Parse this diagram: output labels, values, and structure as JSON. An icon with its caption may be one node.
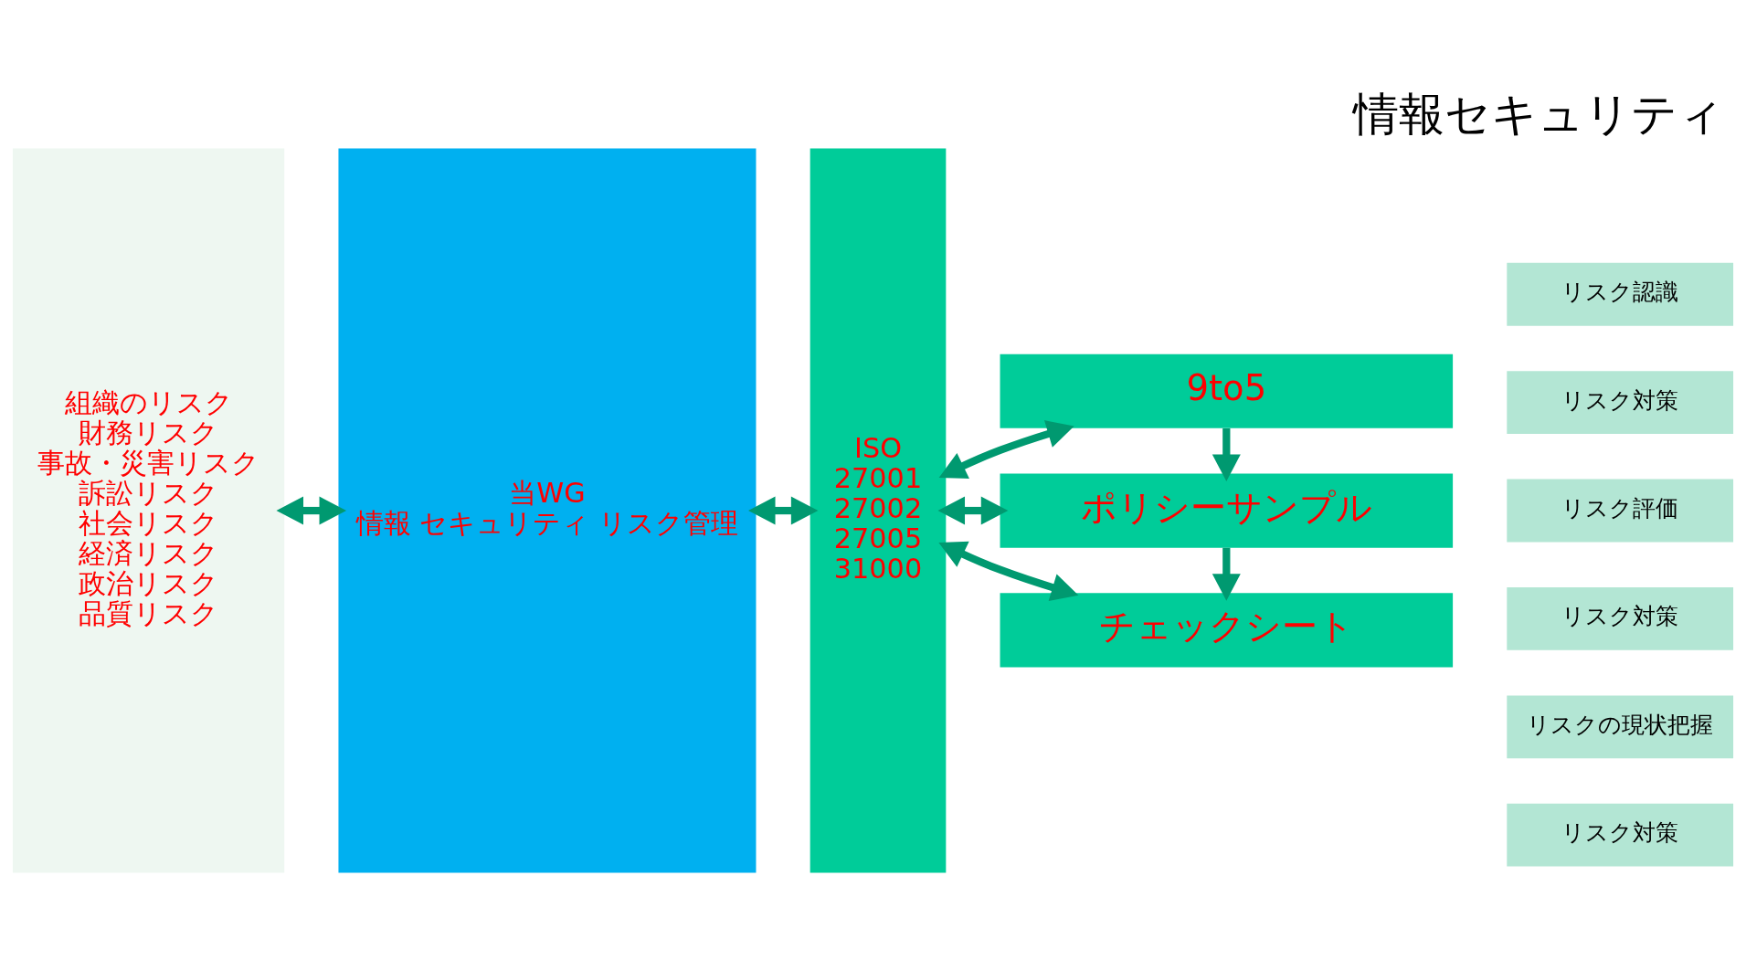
{
  "diagram": {
    "title": "情報セキュリティ",
    "nodes": [
      {
        "text": [
          "組織のリスク",
          "財務リスク",
          "事故・災害リスク",
          "訴訟リスク",
          "社会リスク",
          "経済リスク",
          "政治リスク",
          "品質リスク"
        ]
      },
      {
        "text": [
          "当WG",
          "情報 セキュリティ リスク管理"
        ]
      },
      {
        "text": [
          "ISO",
          "27001",
          "27002",
          "27005",
          "31000"
        ]
      },
      {
        "text": [
          "9to5"
        ]
      },
      {
        "text": [
          "リスク認識"
        ]
      },
      {
        "text": [
          "リスク対策"
        ]
      },
      {
        "text": [
          "ポリシーサンプル"
        ]
      },
      {
        "text": [
          "リスク評価"
        ]
      },
      {
        "text": [
          "リスク対策"
        ]
      },
      {
        "text": [
          "チェックシート"
        ]
      },
      {
        "text": [
          "リスクの現状把握"
        ]
      },
      {
        "text": [
          "リスク対策"
        ]
      }
    ],
    "edges": [
      {
        "from": 0,
        "to": 1,
        "arrow": "both"
      },
      {
        "from": 1,
        "to": 2,
        "arrow": "both"
      },
      {
        "from": 2,
        "to": 3,
        "arrow": "both"
      },
      {
        "from": 2,
        "to": 6,
        "arrow": "both"
      },
      {
        "from": 2,
        "to": 9,
        "arrow": "both"
      },
      {
        "from": 3,
        "to": 6,
        "arrow": "to"
      },
      {
        "from": 6,
        "to": 9,
        "arrow": "to"
      }
    ]
  }
}
